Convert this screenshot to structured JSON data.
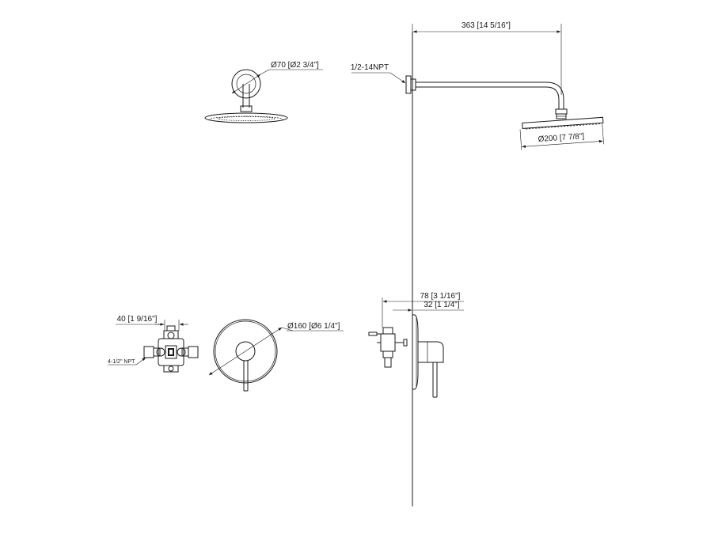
{
  "dimensions": {
    "arm_length": "363 [14 5/16\"]",
    "arm_flange_dia": "Ø70 [Ø2 3/4\"]",
    "thread_top": "1/2-14NPT",
    "head_dia": "Ø200 [7 7/8\"]",
    "depth_total": "78 [3 1/16\"]",
    "depth_trim": "32 [1 1/4\"]",
    "valve_width": "40 [1 9/16\"]",
    "valve_npt": "4-1/2\" NPT",
    "trim_dia": "Ø160 [Ø6 1/4\"]"
  }
}
